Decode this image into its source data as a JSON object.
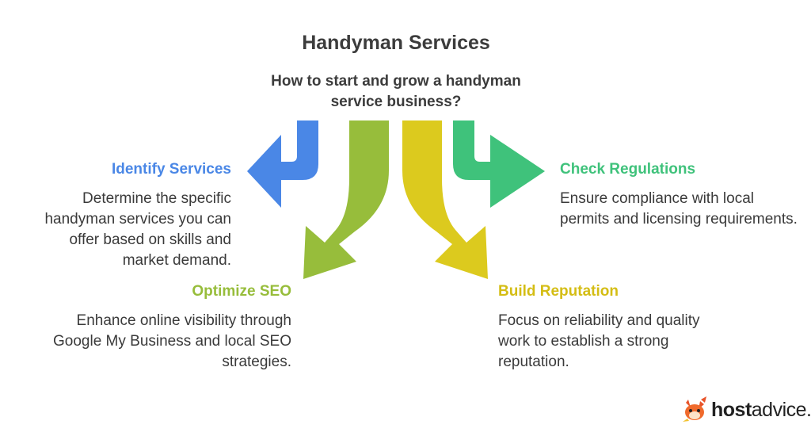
{
  "title": "Handyman Services",
  "subtitle": "How to start and grow a handyman service business?",
  "colors": {
    "blue": "#4a87e6",
    "olive": "#97bd3b",
    "yellow": "#dcca1e",
    "green": "#3fc27b"
  },
  "items": {
    "identify": {
      "heading": "Identify Services",
      "description": "Determine the specific handyman services you can offer based on skills and market demand."
    },
    "seo": {
      "heading": "Optimize SEO",
      "description": "Enhance online visibility through Google My Business and local SEO strategies."
    },
    "regulations": {
      "heading": "Check Regulations",
      "description": "Ensure compliance with local permits and licensing requirements."
    },
    "reputation": {
      "heading": "Build Reputation",
      "description": "Focus on reliability and quality work to establish a strong reputation."
    }
  },
  "logo": {
    "bold": "host",
    "regular": "advice."
  }
}
